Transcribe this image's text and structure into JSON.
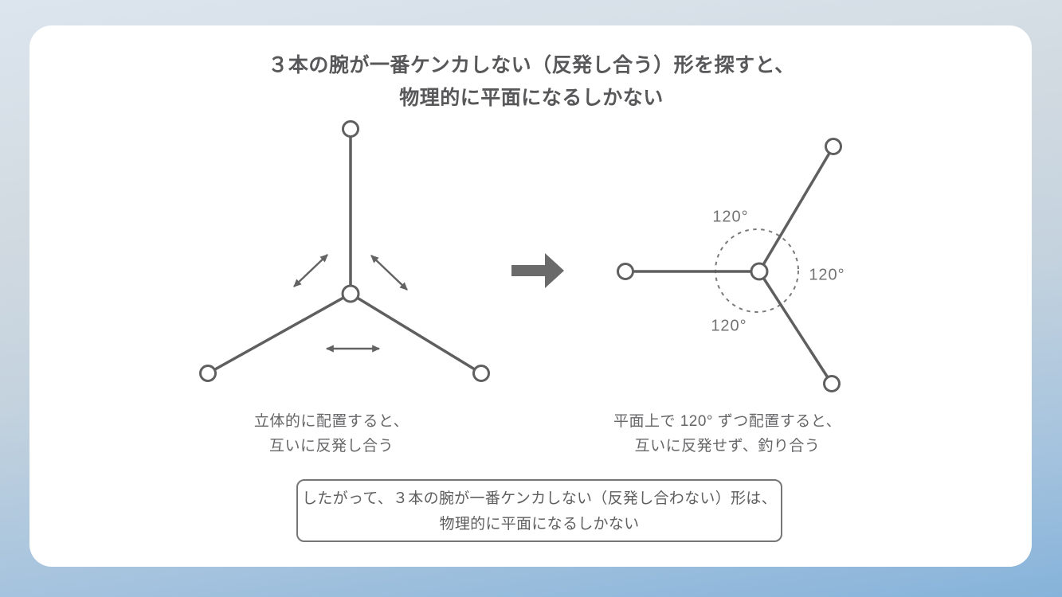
{
  "title": {
    "line1": "３本の腕が一番ケンカしない（反発し合う）形を探すと、",
    "line2": "物理的に平面になるしかない"
  },
  "left_diagram": {
    "caption_line1": "立体的に配置すると、",
    "caption_line2": "互いに反発し合う"
  },
  "right_diagram": {
    "angle_label_top": "120°",
    "angle_label_right": "120°",
    "angle_label_bottom": "120°",
    "caption_line1": "平面上で 120° ずつ配置すると、",
    "caption_line2": "互いに反発せず、釣り合う"
  },
  "conclusion_box": {
    "line1": "したがって、３本の腕が一番ケンカしない（反発し合わない）形は、",
    "line2": "物理的に平面になるしかない"
  },
  "colors": {
    "line": "#5f5f5f",
    "title_text": "#58585a",
    "caption_text": "#666668",
    "angle_text": "#737373",
    "big_arrow": "#6a6a6a",
    "card_bg": "#ffffff",
    "page_bg_top": "#dce5ee",
    "page_bg_bottom": "#86b3da"
  }
}
